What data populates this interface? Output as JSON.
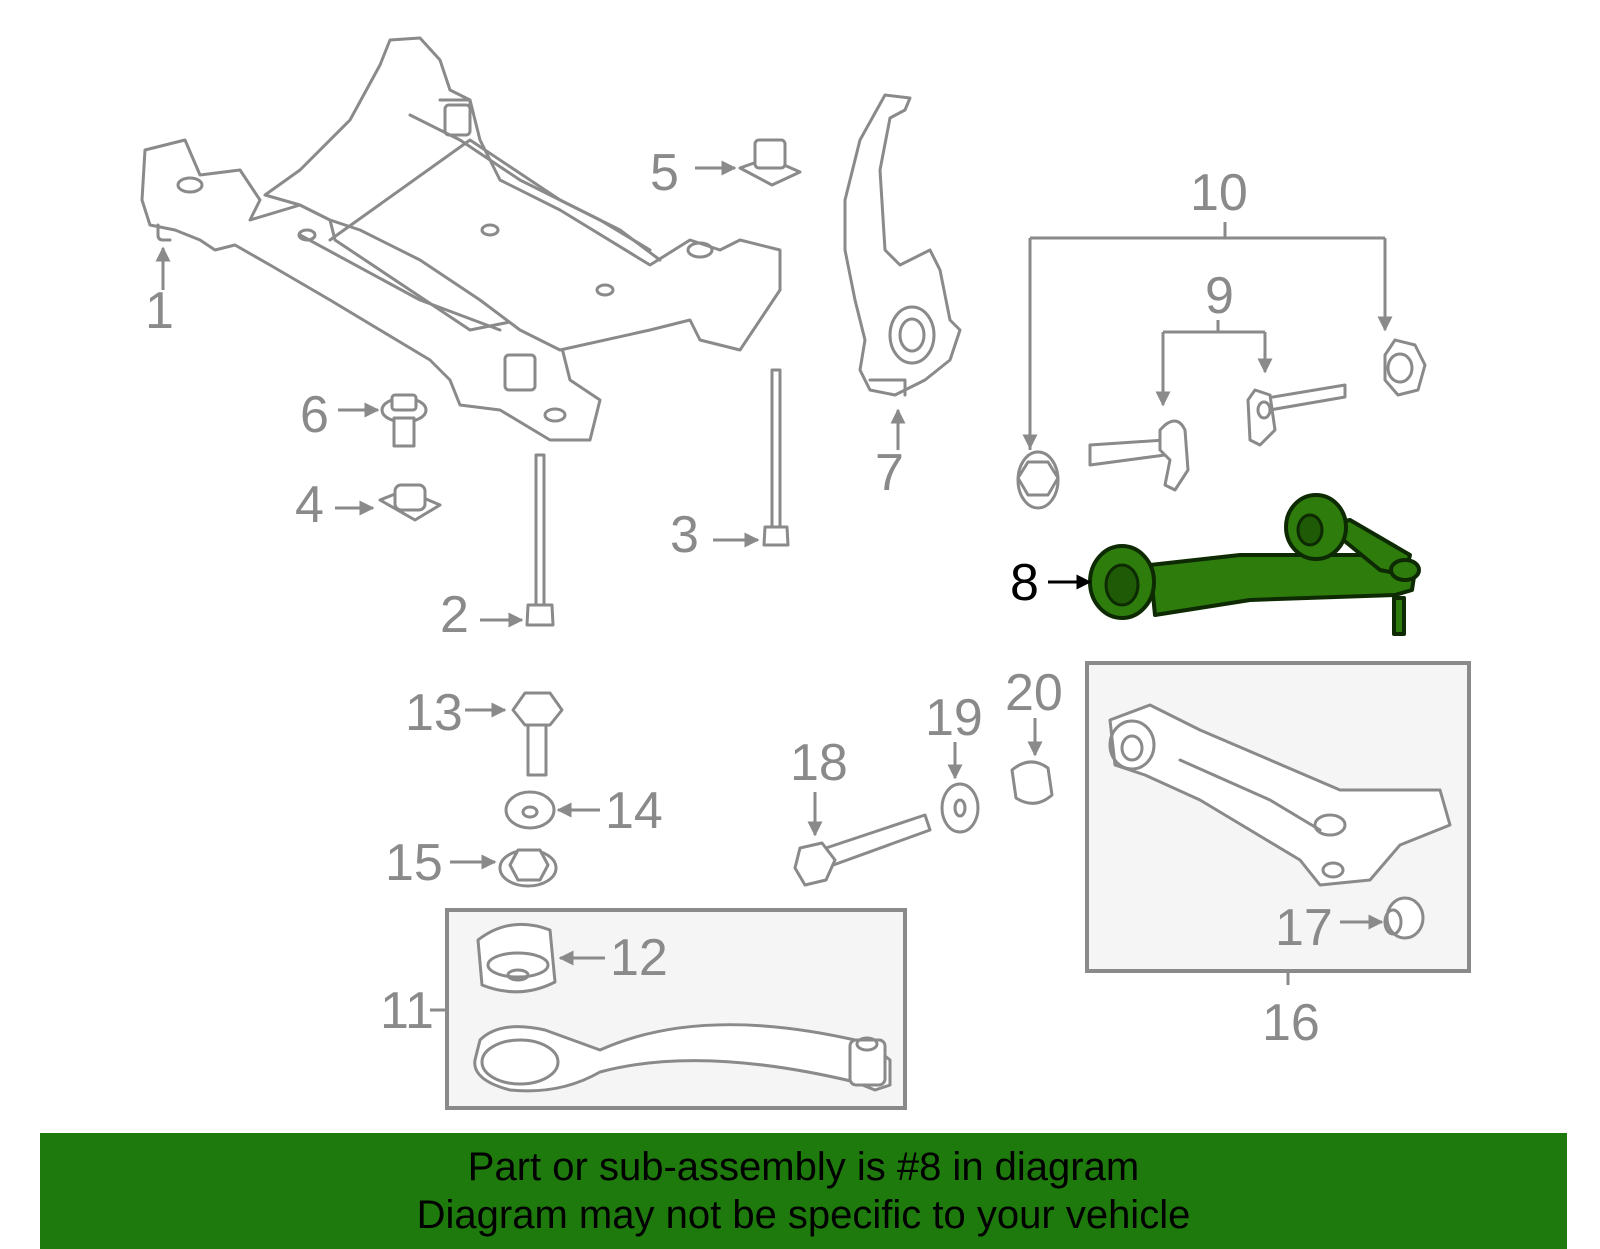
{
  "callouts": [
    "1",
    "2",
    "3",
    "4",
    "5",
    "6",
    "7",
    "8",
    "9",
    "10",
    "11",
    "12",
    "13",
    "14",
    "15",
    "16",
    "17",
    "18",
    "19",
    "20"
  ],
  "highlight": {
    "part_number": "8",
    "color": "#2e7d0c"
  },
  "banner": {
    "line1": "Part or sub-assembly is #8 in diagram",
    "line2": "Diagram may not be specific to your vehicle",
    "background": "#1e7a0c"
  }
}
